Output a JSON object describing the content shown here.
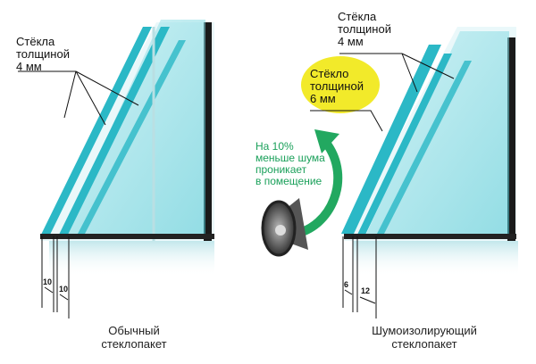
{
  "left_window": {
    "glass_label": [
      "Стёкла",
      "толщиной",
      "4 мм"
    ],
    "dimensions": [
      "10",
      "10"
    ],
    "caption": [
      "Обычный",
      "стеклопакет"
    ]
  },
  "right_window": {
    "glass_label": [
      "Стёкла",
      "толщиной",
      "4 мм"
    ],
    "thick_glass_label": [
      "Стёкло",
      "толщиной",
      "6 мм"
    ],
    "noise_note": [
      "На 10%",
      "меньше шума",
      "проникает",
      "в помещение"
    ],
    "dimensions": [
      "6",
      "12"
    ],
    "caption": [
      "Шумоизолирующий",
      "стеклопакет"
    ]
  },
  "colors": {
    "glass": "#3fc4d0",
    "frame": "#1a1a1a",
    "highlight": "#f2ea2a",
    "arrow": "#22a860"
  },
  "icons": [
    "speaker-icon",
    "curved-arrow-icon"
  ]
}
